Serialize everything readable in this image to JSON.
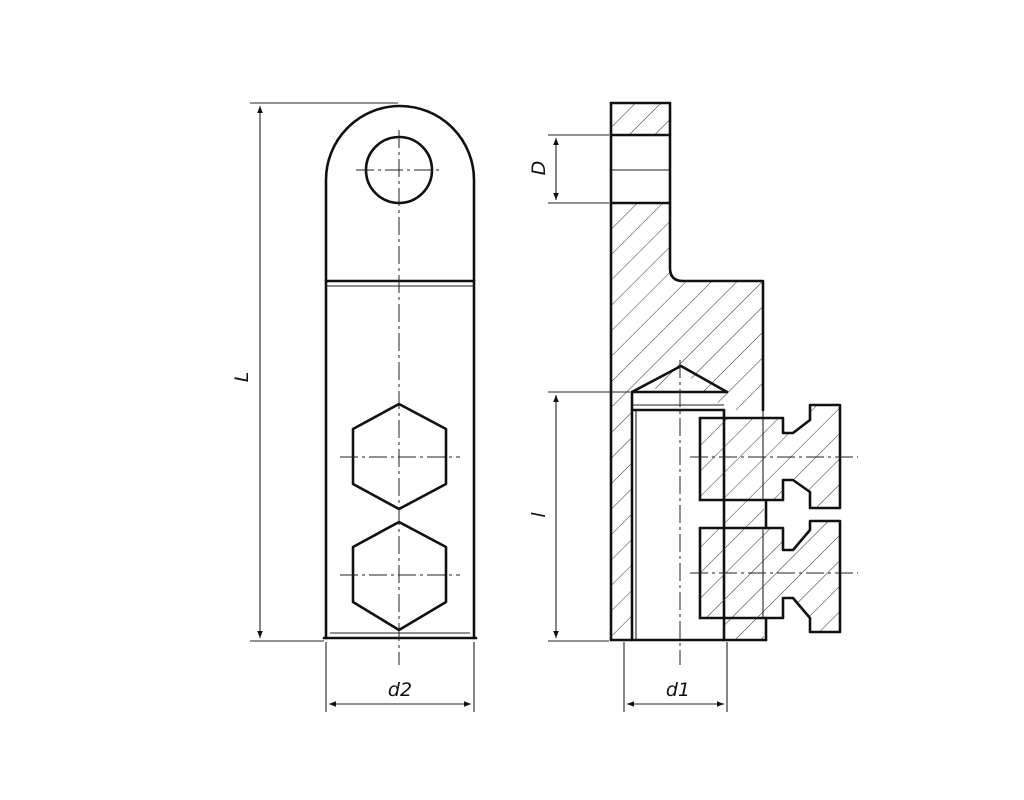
{
  "dimensions": {
    "L": "L",
    "D": "D",
    "l": "l",
    "d1": "d1",
    "d2": "d2"
  },
  "colors": {
    "line": "#111111",
    "background": "#ffffff"
  }
}
